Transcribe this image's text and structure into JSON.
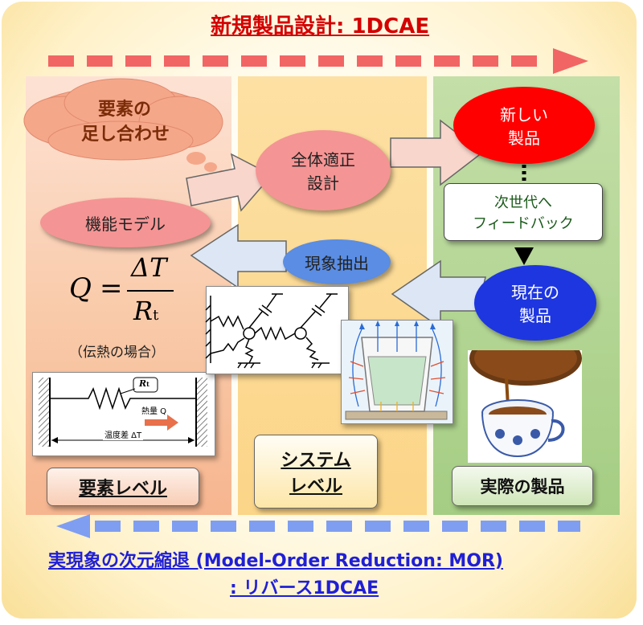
{
  "header": {
    "title": "新規製品設計: 1DCAE"
  },
  "columns": {
    "element": {
      "label": "要素レベル"
    },
    "system": {
      "label_line1": "システム",
      "label_line2": "レベル"
    },
    "product": {
      "label": "実際の製品"
    }
  },
  "cloud": {
    "line1": "要素の",
    "line2": "足し合わせ"
  },
  "nodes": {
    "overall_design": {
      "line1": "全体適正",
      "line2": "設計"
    },
    "function_model": "機能モデル",
    "phenomenon_extraction": "現象抽出",
    "new_product": {
      "line1": "新しい",
      "line2": "製品"
    },
    "current_product": {
      "line1": "現在の",
      "line2": "製品"
    },
    "feedback": {
      "line1": "次世代へ",
      "line2": "フィードバック"
    }
  },
  "formula": {
    "lhs": "Q",
    "eq": "=",
    "numerator": "ΔT",
    "denominator": "R",
    "denominator_sub": "t",
    "note": "（伝熱の場合）"
  },
  "element_sketch": {
    "resistor_label": "R",
    "resistor_sub": "t",
    "heat_label": "熱量 Q",
    "temp_label": "温度差 ΔT"
  },
  "footer": {
    "line1": "実現象の次元縮退 (Model-Order Reduction: MOR)",
    "line2": ": リバース1DCAE"
  },
  "colors": {
    "red_arrow": "#f26565",
    "blue_arrow": "#7f9ef2",
    "element_bg": "#f8c3a8",
    "system_bg": "#fcd487",
    "product_bg": "#a5cd83",
    "title_red": "#d40000",
    "footer_blue": "#1f1fd6"
  }
}
